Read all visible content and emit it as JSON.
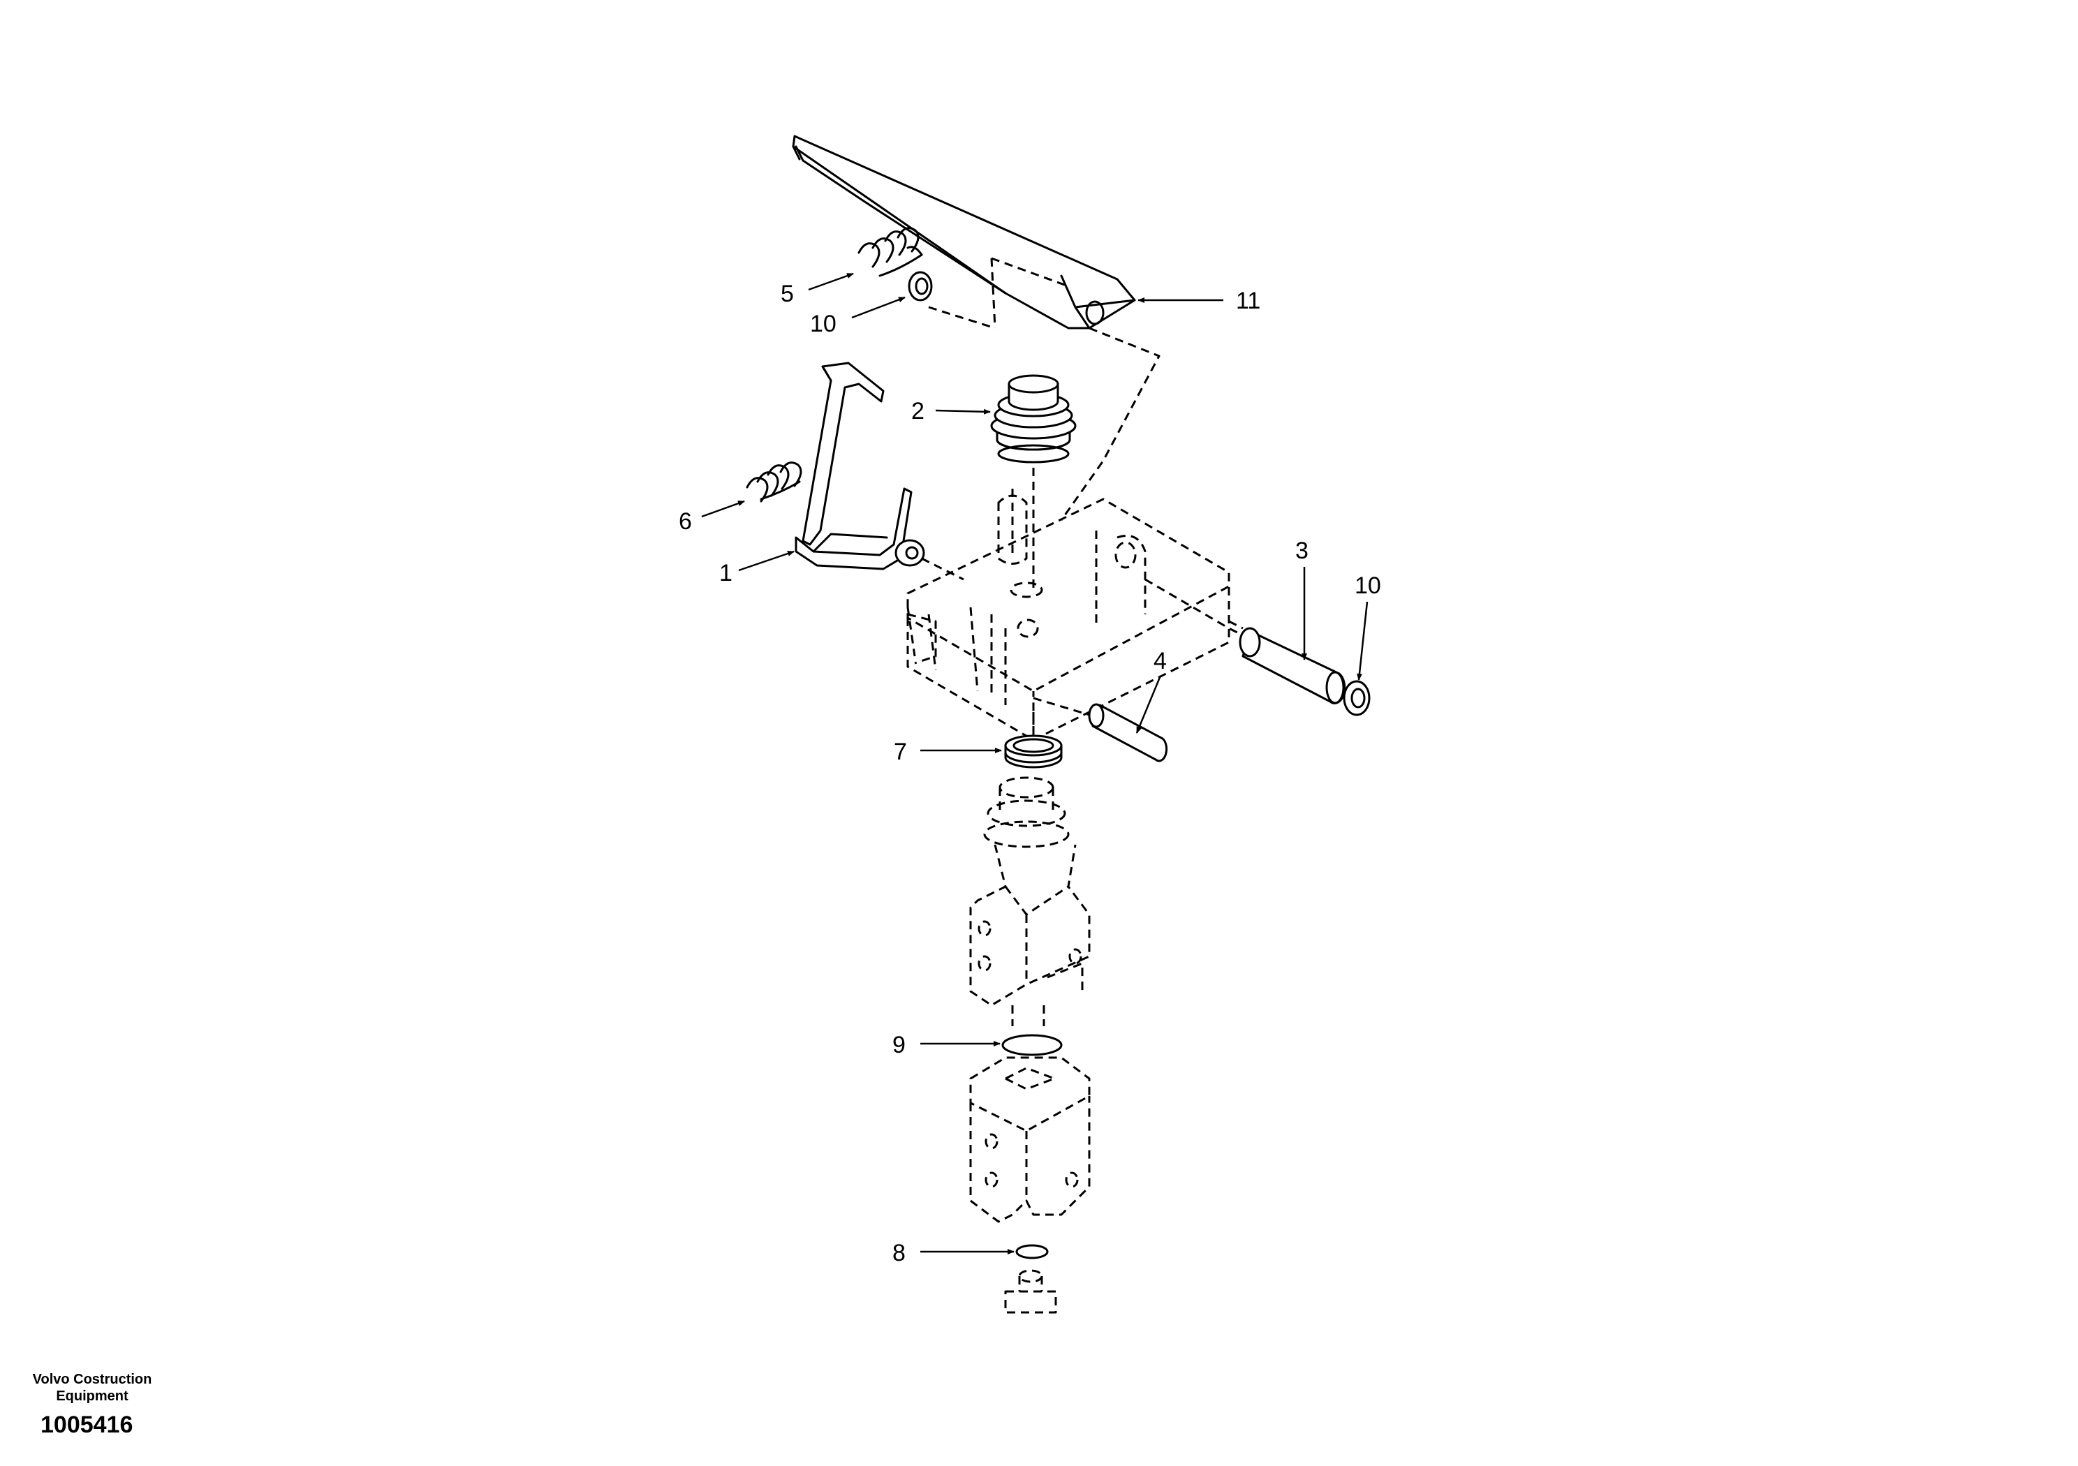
{
  "publisher": {
    "line1": "Volvo Costruction",
    "line2": "Equipment"
  },
  "drawing_number": "1005416",
  "callouts": [
    {
      "id": "c11",
      "text": "11"
    },
    {
      "id": "c5",
      "text": "5"
    },
    {
      "id": "c10a",
      "text": "10"
    },
    {
      "id": "c2",
      "text": "2"
    },
    {
      "id": "c6",
      "text": "6"
    },
    {
      "id": "c1",
      "text": "1"
    },
    {
      "id": "c3",
      "text": "3"
    },
    {
      "id": "c10b",
      "text": "10"
    },
    {
      "id": "c4",
      "text": "4"
    },
    {
      "id": "c7",
      "text": "7"
    },
    {
      "id": "c9",
      "text": "9"
    },
    {
      "id": "c8",
      "text": "8"
    }
  ]
}
